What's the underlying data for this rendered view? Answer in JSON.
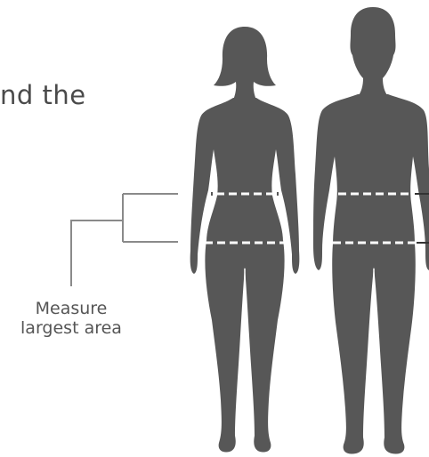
{
  "intro_text_fragment": "nd the",
  "callout": {
    "line1": "Measure",
    "line2": "largest area"
  },
  "figures": [
    {
      "name": "female-figure"
    },
    {
      "name": "male-figure"
    }
  ],
  "colors": {
    "silhouette": "#575757",
    "guide_line": "#8a8a8a",
    "dash": "#ffffff",
    "text": "#4a4a4a"
  }
}
